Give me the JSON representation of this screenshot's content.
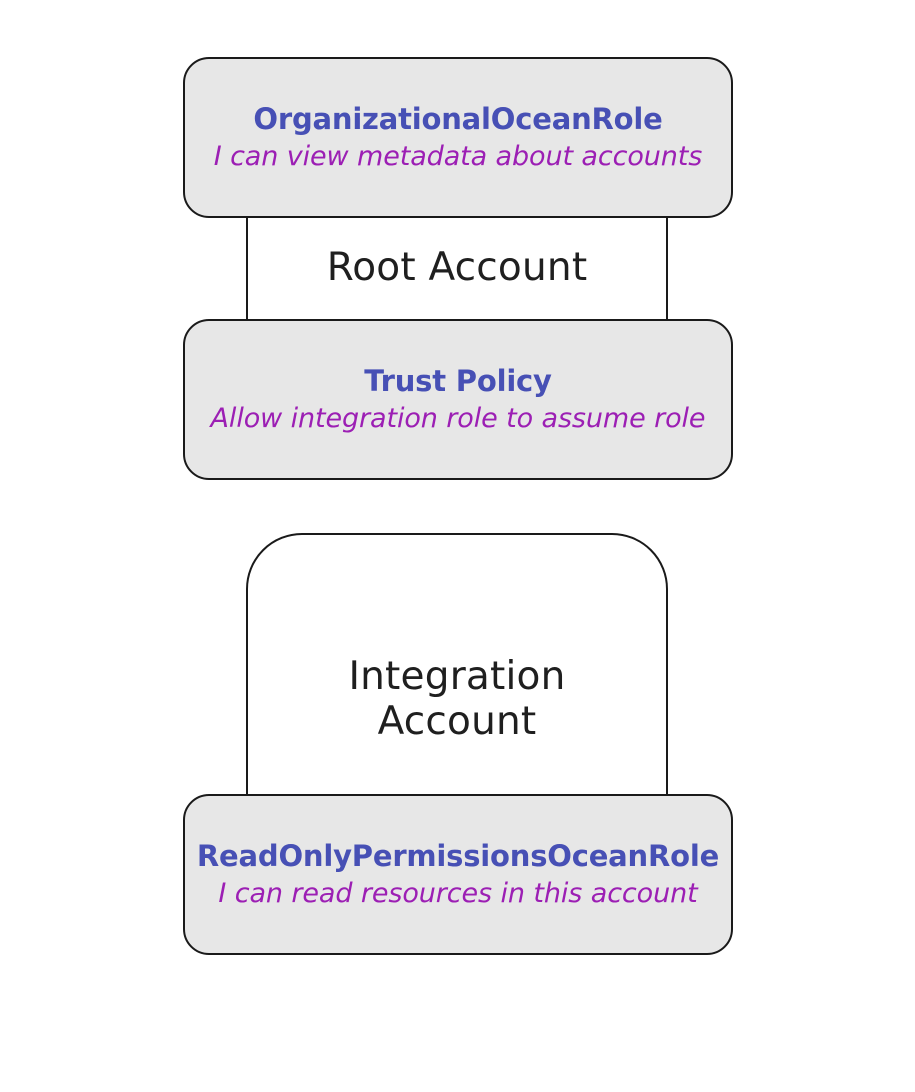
{
  "diagram": {
    "type": "architecture-diagram",
    "background_color": "#ffffff",
    "colors": {
      "card_fill": "#e7e7e7",
      "card_border": "#1a1a1a",
      "container_fill": "#ffffff",
      "container_border": "#1a1a1a",
      "role_title": "#4750b5",
      "role_subtitle": "#9c1fb4",
      "container_title": "#1f1f1f"
    },
    "containers": [
      {
        "id": "root-account",
        "label": "Root Account"
      },
      {
        "id": "integration-account",
        "label_line1": "Integration",
        "label_line2": "Account"
      }
    ],
    "cards": [
      {
        "id": "organizational-ocean-role",
        "title": "OrganizationalOceanRole",
        "subtitle": "I can view metadata about accounts"
      },
      {
        "id": "trust-policy",
        "title": "Trust Policy",
        "subtitle": "Allow integration role to assume role"
      },
      {
        "id": "readonly-permissions-ocean-role",
        "title": "ReadOnlyPermissionsOceanRole",
        "subtitle": "I can read resources in this account"
      }
    ]
  }
}
